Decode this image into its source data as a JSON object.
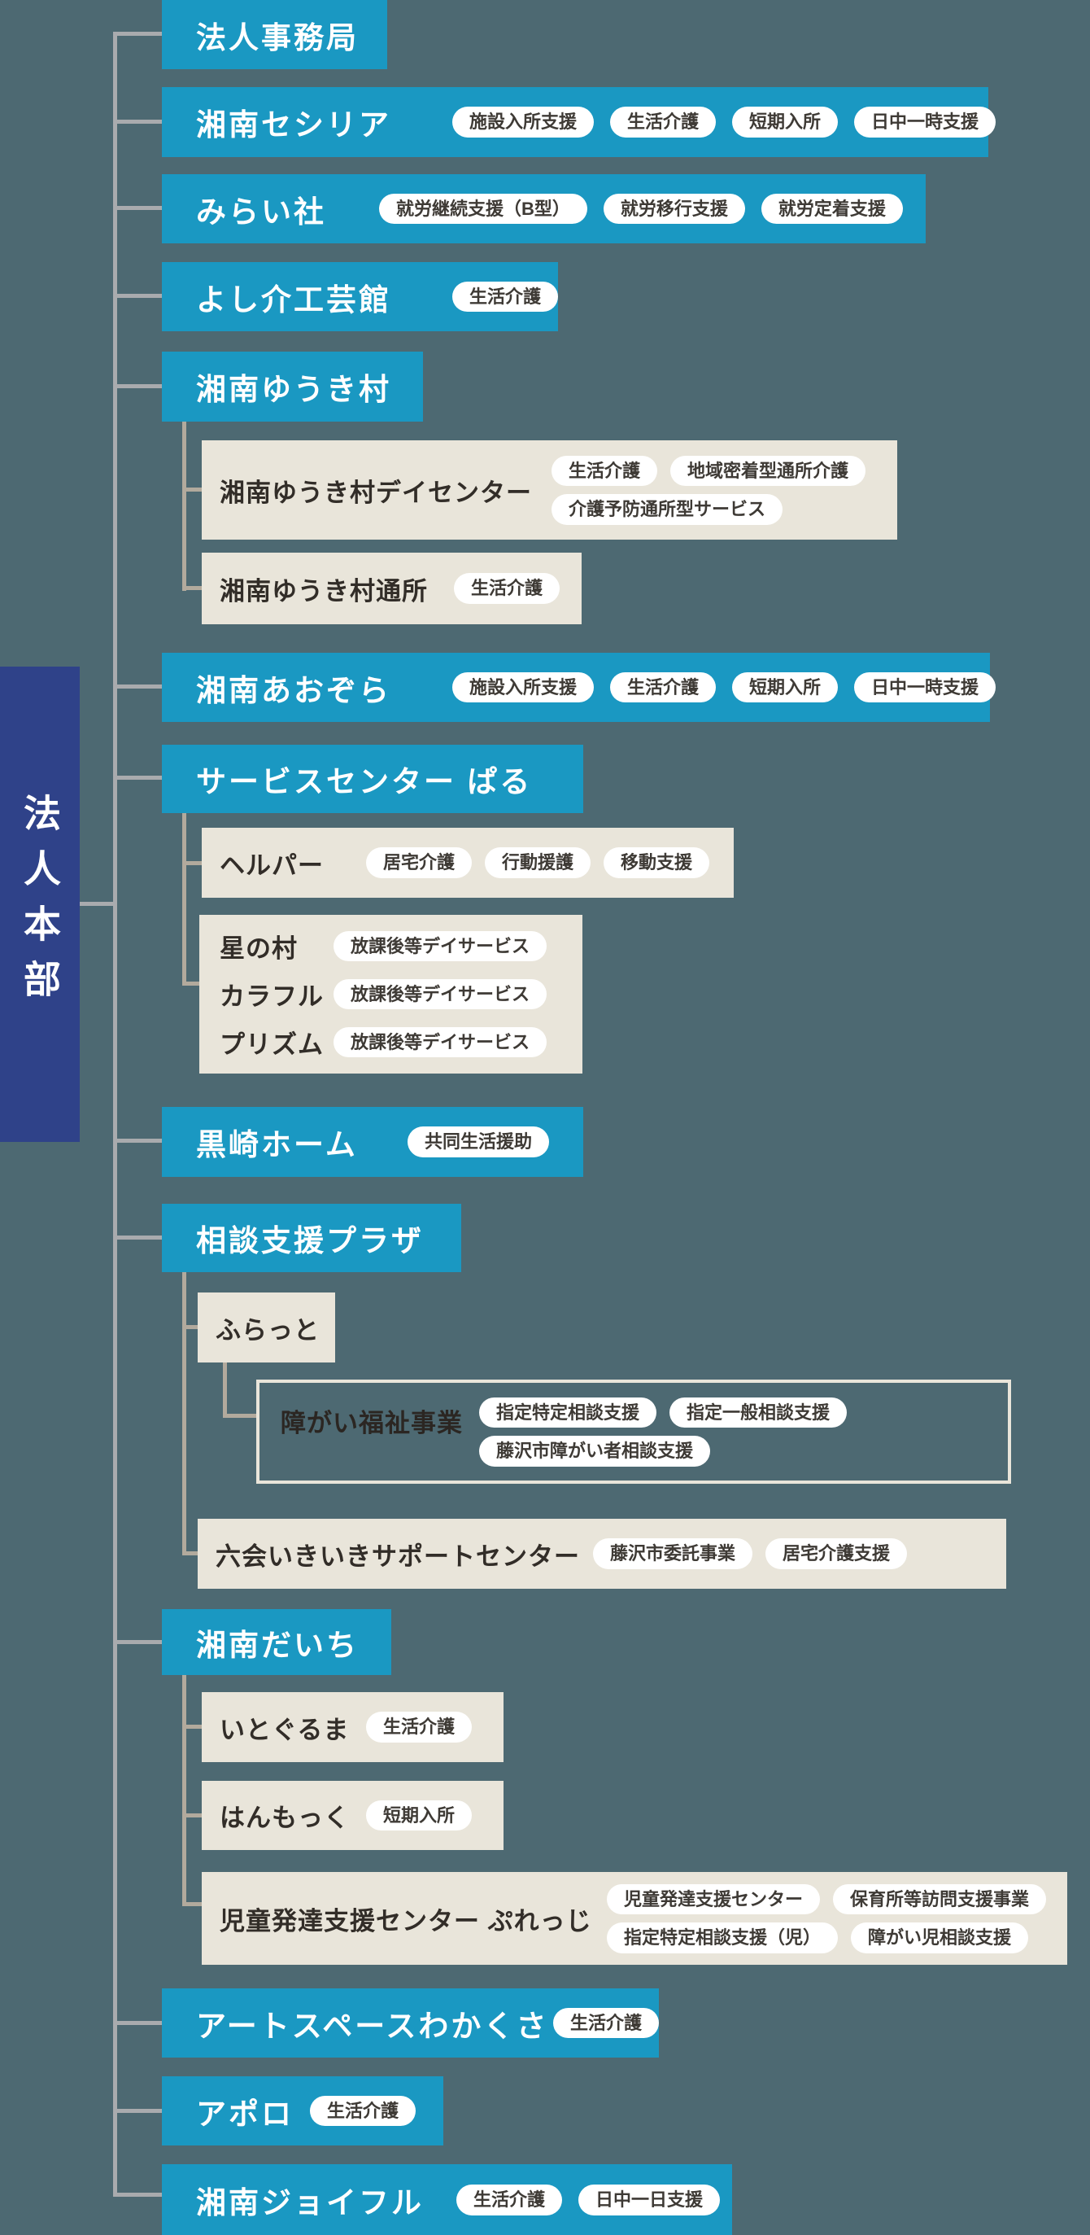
{
  "colors": {
    "background": "#4d6972",
    "primary_blue": "#1a98c2",
    "root_navy": "#2f4289",
    "child_beige": "#e9e5da",
    "trunk_line_gray": "#a9abae",
    "branch_line_warm_gray": "#b2aa9d",
    "tag_pill_white": "#ffffff",
    "tag_text": "#3e3a35"
  },
  "org": {
    "root": {
      "label": "法人本部"
    },
    "nodes": {
      "jimu": {
        "label": "法人事務局"
      },
      "cecilia": {
        "label": "湘南セシリア",
        "tags": [
          "施設入所支援",
          "生活介護",
          "短期入所",
          "日中一時支援"
        ]
      },
      "mirai": {
        "label": "みらい社",
        "tags": [
          "就労継続支援（B型）",
          "就労移行支援",
          "就労定着支援"
        ]
      },
      "yoshisuke": {
        "label": "よし介工芸館",
        "tags": [
          "生活介護"
        ]
      },
      "yukimura": {
        "label": "湘南ゆうき村"
      },
      "yukimura_day": {
        "label": "湘南ゆうき村デイセンター",
        "tag_rows": [
          [
            "生活介護",
            "地域密着型通所介護"
          ],
          [
            "介護予防通所型サービス"
          ]
        ]
      },
      "yukimura_tsusho": {
        "label": "湘南ゆうき村通所",
        "tags": [
          "生活介護"
        ]
      },
      "aozora": {
        "label": "湘南あおぞら",
        "tags": [
          "施設入所支援",
          "生活介護",
          "短期入所",
          "日中一時支援"
        ]
      },
      "pal": {
        "label": "サービスセンター ぱる"
      },
      "helper": {
        "label": "ヘルパー",
        "tags": [
          "居宅介護",
          "行動援護",
          "移動支援"
        ]
      },
      "afterschool": {
        "rows": [
          {
            "label": "星の村",
            "tag": "放課後等デイサービス"
          },
          {
            "label": "カラフル",
            "tag": "放課後等デイサービス"
          },
          {
            "label": "プリズム",
            "tag": "放課後等デイサービス"
          }
        ]
      },
      "kurosaki": {
        "label": "黒崎ホーム",
        "tags": [
          "共同生活援助"
        ]
      },
      "plaza": {
        "label": "相談支援プラザ"
      },
      "furatto": {
        "label": "ふらっと"
      },
      "shogai": {
        "label": "障がい福祉事業",
        "tag_rows": [
          [
            "指定特定相談支援",
            "指定一般相談支援"
          ],
          [
            "藤沢市障がい者相談支援"
          ]
        ]
      },
      "mutsuai": {
        "label": "六会いきいきサポートセンター",
        "tags": [
          "藤沢市委託事業",
          "居宅介護支援"
        ]
      },
      "daichi": {
        "label": "湘南だいち"
      },
      "itoguruma": {
        "label": "いとぐるま",
        "tags": [
          "生活介護"
        ]
      },
      "hanmokku": {
        "label": "はんもっく",
        "tags": [
          "短期入所"
        ]
      },
      "pledge": {
        "label": "児童発達支援センター ぷれっじ",
        "tag_rows": [
          [
            "児童発達支援センター",
            "保育所等訪問支援事業"
          ],
          [
            "指定特定相談支援（児）",
            "障がい児相談支援"
          ]
        ]
      },
      "wakakusa": {
        "label": "アートスペースわかくさ",
        "tags": [
          "生活介護"
        ]
      },
      "apollo": {
        "label": "アポロ",
        "tags": [
          "生活介護"
        ]
      },
      "joyful": {
        "label": "湘南ジョイフル",
        "tags": [
          "生活介護",
          "日中一日支援"
        ]
      }
    }
  }
}
